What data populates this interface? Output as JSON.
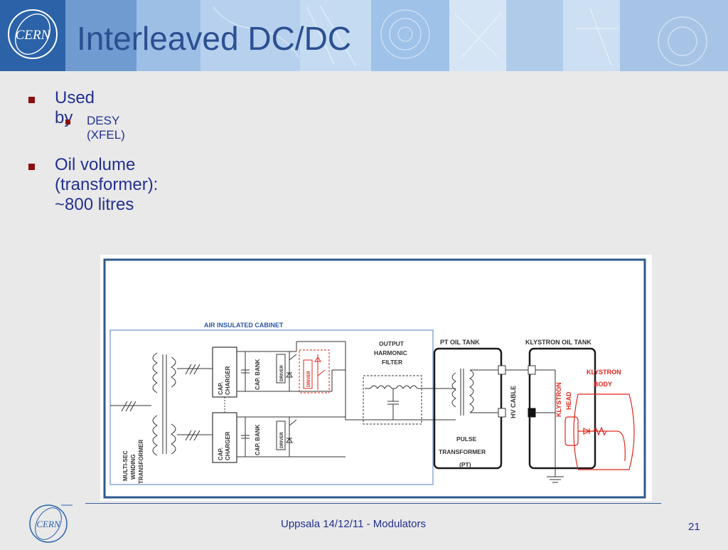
{
  "header": {
    "title": "Interleaved DC/DC",
    "logo_text": "CERN"
  },
  "bullets": {
    "used_by": "Used by",
    "desy": "DESY (XFEL)",
    "oil_volume": "Oil volume (transformer): ~800 litres"
  },
  "diagram": {
    "air_cabinet": "AIR INSULATED CABINET",
    "output": "OUTPUT",
    "harmonic": "HARMONIC",
    "filter": "FILTER",
    "pt_oil_tank": "PT OIL TANK",
    "klystron_oil_tank": "KLYSTRON OIL TANK",
    "cap": "CAP.",
    "charger": "CHARGER",
    "cap_bank": "CAP. BANK",
    "driver": "DRIVER",
    "hv_cable": "HV CABLE",
    "pulse": "PULSE",
    "transformer": "TRANSFORMER",
    "pt": "(PT)",
    "klystron": "KLYSTRON",
    "head": "HEAD",
    "body": "BODY",
    "multi_sec": "MULTI-SEC",
    "winding": "WINDING",
    "transformer_main": "TRANSFORMER"
  },
  "footer": {
    "text": "Uppsala 14/12/11 - Modulators",
    "page": "21"
  },
  "colors": {
    "title": "#2b4f91",
    "bullet_text": "#23318f",
    "bullet_marker": "#8b0f10",
    "diagram_frame": "#2e5a8c",
    "red": "#e0251b"
  }
}
